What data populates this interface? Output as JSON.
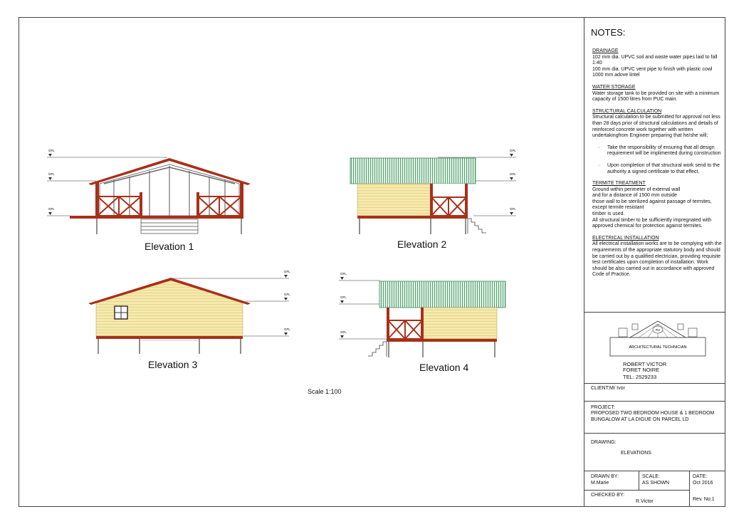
{
  "elevations": {
    "e1": "Elevation 1",
    "e2": "Elevation 2",
    "e3": "Elevation 3",
    "e4": "Elevation 4"
  },
  "scale": "Scale  1:100",
  "level_tag": "GFL",
  "notes": {
    "title": "NOTES:",
    "drainage": {
      "heading": "DRAINAGE",
      "text": "102 mm dia. UPVC soil and waste water pipes laid to fall 1:40\n100 mm dia. UPVC vent pipe to finish with plastic cowl 1000 mm adove lintel"
    },
    "water": {
      "heading": "WATER STORAGE",
      "text": "Water storage tank to be provided on site with a minimum\ncapacity of 1500 litres from PUC main."
    },
    "structural": {
      "heading": "STRUCTURAL CALCULATION",
      "text": "Structural calculation to be submitted for approval not less than 28 days prior of structural calculations and details of reinforced concrete work together with written undertakingfrom Engineer preparing that he/she will;",
      "bullet1": "Take the responsibility of ensuring that all design requirement will be   implimented during construction",
      "bullet2": "Upon completion of that structural work send to the authority a signed certificate to that effect."
    },
    "termite": {
      "heading": "TERMITE TREATMENT",
      "text": "Ground within perimeter of external wall\nand for a distance of 1500 mm outside\nthose wall to be sterilized against passage of termites, except termite resistant\ntimber is used.\nAll structural timber to be sufficiently impregnated with approved chemical for protection against termites."
    },
    "electrical": {
      "heading": "ELECTRICAL INSTALLATION",
      "text": "All electrical installation works are to be complying with the requirements of the appropriate statutory body and should be carried out by a qualified  electrician, providing requisite test certificates upon completion of installation. Work should be also carried out in accordance with approved Code of Practice."
    }
  },
  "logo": {
    "title": "ARCHITECTURAL TECHNICIAN",
    "initials": "RV"
  },
  "company": {
    "name": "ROBERT VICTOR",
    "location": "FORET NOIRE",
    "tel": "TEL:  2529233"
  },
  "client": "CLIENT:Mr Ivor",
  "project": {
    "label": "PROJECT:",
    "text": "PROPOSED TWO BEDROOM HOUSE & 1 BEDROOM BUNGALOW AT LA DIGUE ON PARCEL LD"
  },
  "drawing": {
    "label": "DRAWING:",
    "value": "ELEVATIONS"
  },
  "drawn_by": {
    "label": "DRAWN BY:",
    "value": "M.Marie"
  },
  "scale_box": {
    "label": "SCALE:",
    "value": "AS SHOWN"
  },
  "date_box": {
    "label": "DATE:",
    "value": "Oct 2016"
  },
  "checked_by": {
    "label": "CHECKED BY:",
    "value": "R.Victor"
  },
  "rev": "Rev. No:1",
  "colors": {
    "timber": "#a8301a",
    "wall": "#f4e6a3",
    "roof": "#bfe3c9"
  }
}
